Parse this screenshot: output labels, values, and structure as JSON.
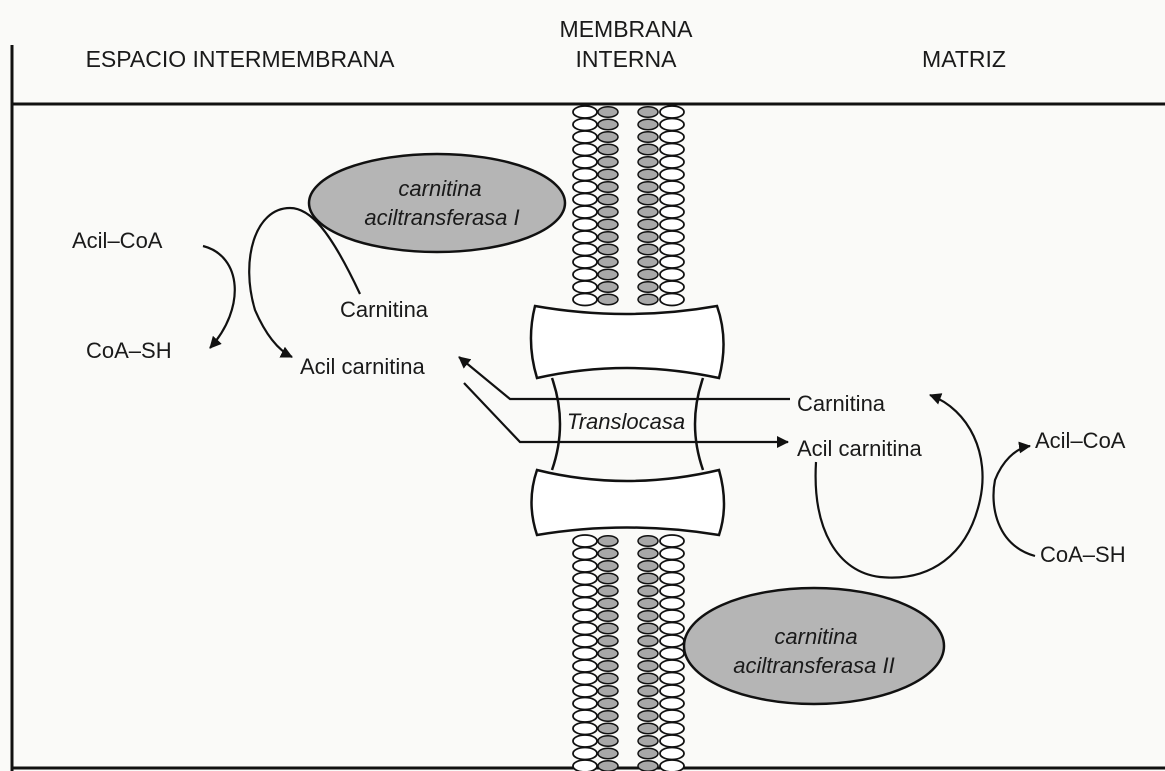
{
  "headers": {
    "left": "ESPACIO INTERMEMBRANA",
    "center_line1": "MEMBRANA",
    "center_line2": "INTERNA",
    "right": "MATRIZ"
  },
  "enzyme_1": {
    "line1": "carnitina",
    "line2": "aciltransferasa I"
  },
  "enzyme_2": {
    "line1": "carnitina",
    "line2": "aciltransferasa II"
  },
  "left_side": {
    "acil_coa": "Acil–CoA",
    "coa_sh": "CoA–SH",
    "carnitina": "Carnitina",
    "acil_carnitina": "Acil carnitina"
  },
  "right_side": {
    "carnitina": "Carnitina",
    "acil_carnitina": "Acil carnitina",
    "acil_coa": "Acil–CoA",
    "coa_sh": "CoA–SH"
  },
  "translocase": "Translocasa",
  "colors": {
    "enzyme_fill": "#b5b5b5",
    "lipid_head_fill": "#ffffff",
    "lipid_tail_fill": "#a8a8a8",
    "line": "#111111",
    "background": "#fafaf8"
  }
}
